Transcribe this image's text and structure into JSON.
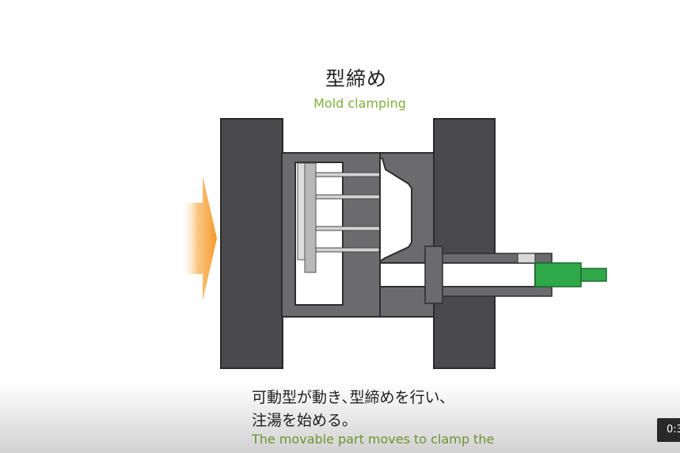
{
  "slide": {
    "title_ja": "型締め",
    "title_en": "Mold clamping",
    "caption_ja": "可動型が動き､型締めを行い､\n注湯を始める。",
    "caption_en": "The movable part moves to clamp the"
  },
  "player": {
    "time": "0:3"
  },
  "colors": {
    "platen": "#4a4a4c",
    "mold": "#6b6b6d",
    "mold_border": "#2e2e2e",
    "green_text": "#7fae3a",
    "plunger_green": "#2fa84a",
    "arrow_orange": "#f7a033"
  }
}
